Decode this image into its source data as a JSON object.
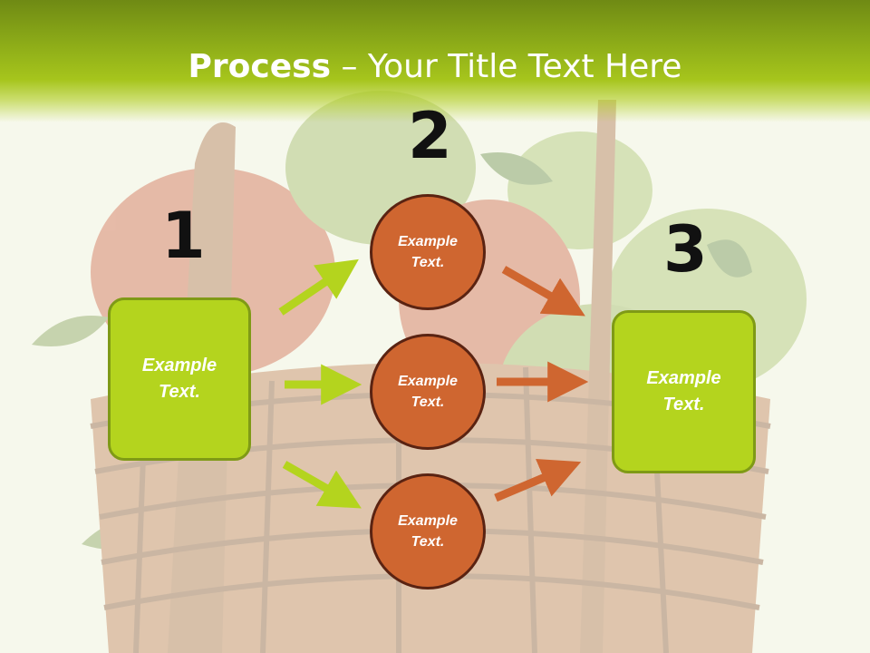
{
  "title": {
    "bold": "Process",
    "rest": " – Your Title Text Here"
  },
  "steps": [
    {
      "number": "1",
      "text": "Example Text."
    },
    {
      "number": "2",
      "items": [
        "Example Text.",
        "Example Text.",
        "Example Text."
      ]
    },
    {
      "number": "3",
      "text": "Example Text."
    }
  ],
  "colors": {
    "green": "#b4d41e",
    "green_border": "#7f9a16",
    "orange": "#cf6630",
    "orange_border": "#5a2312",
    "header": "#8cab18"
  }
}
